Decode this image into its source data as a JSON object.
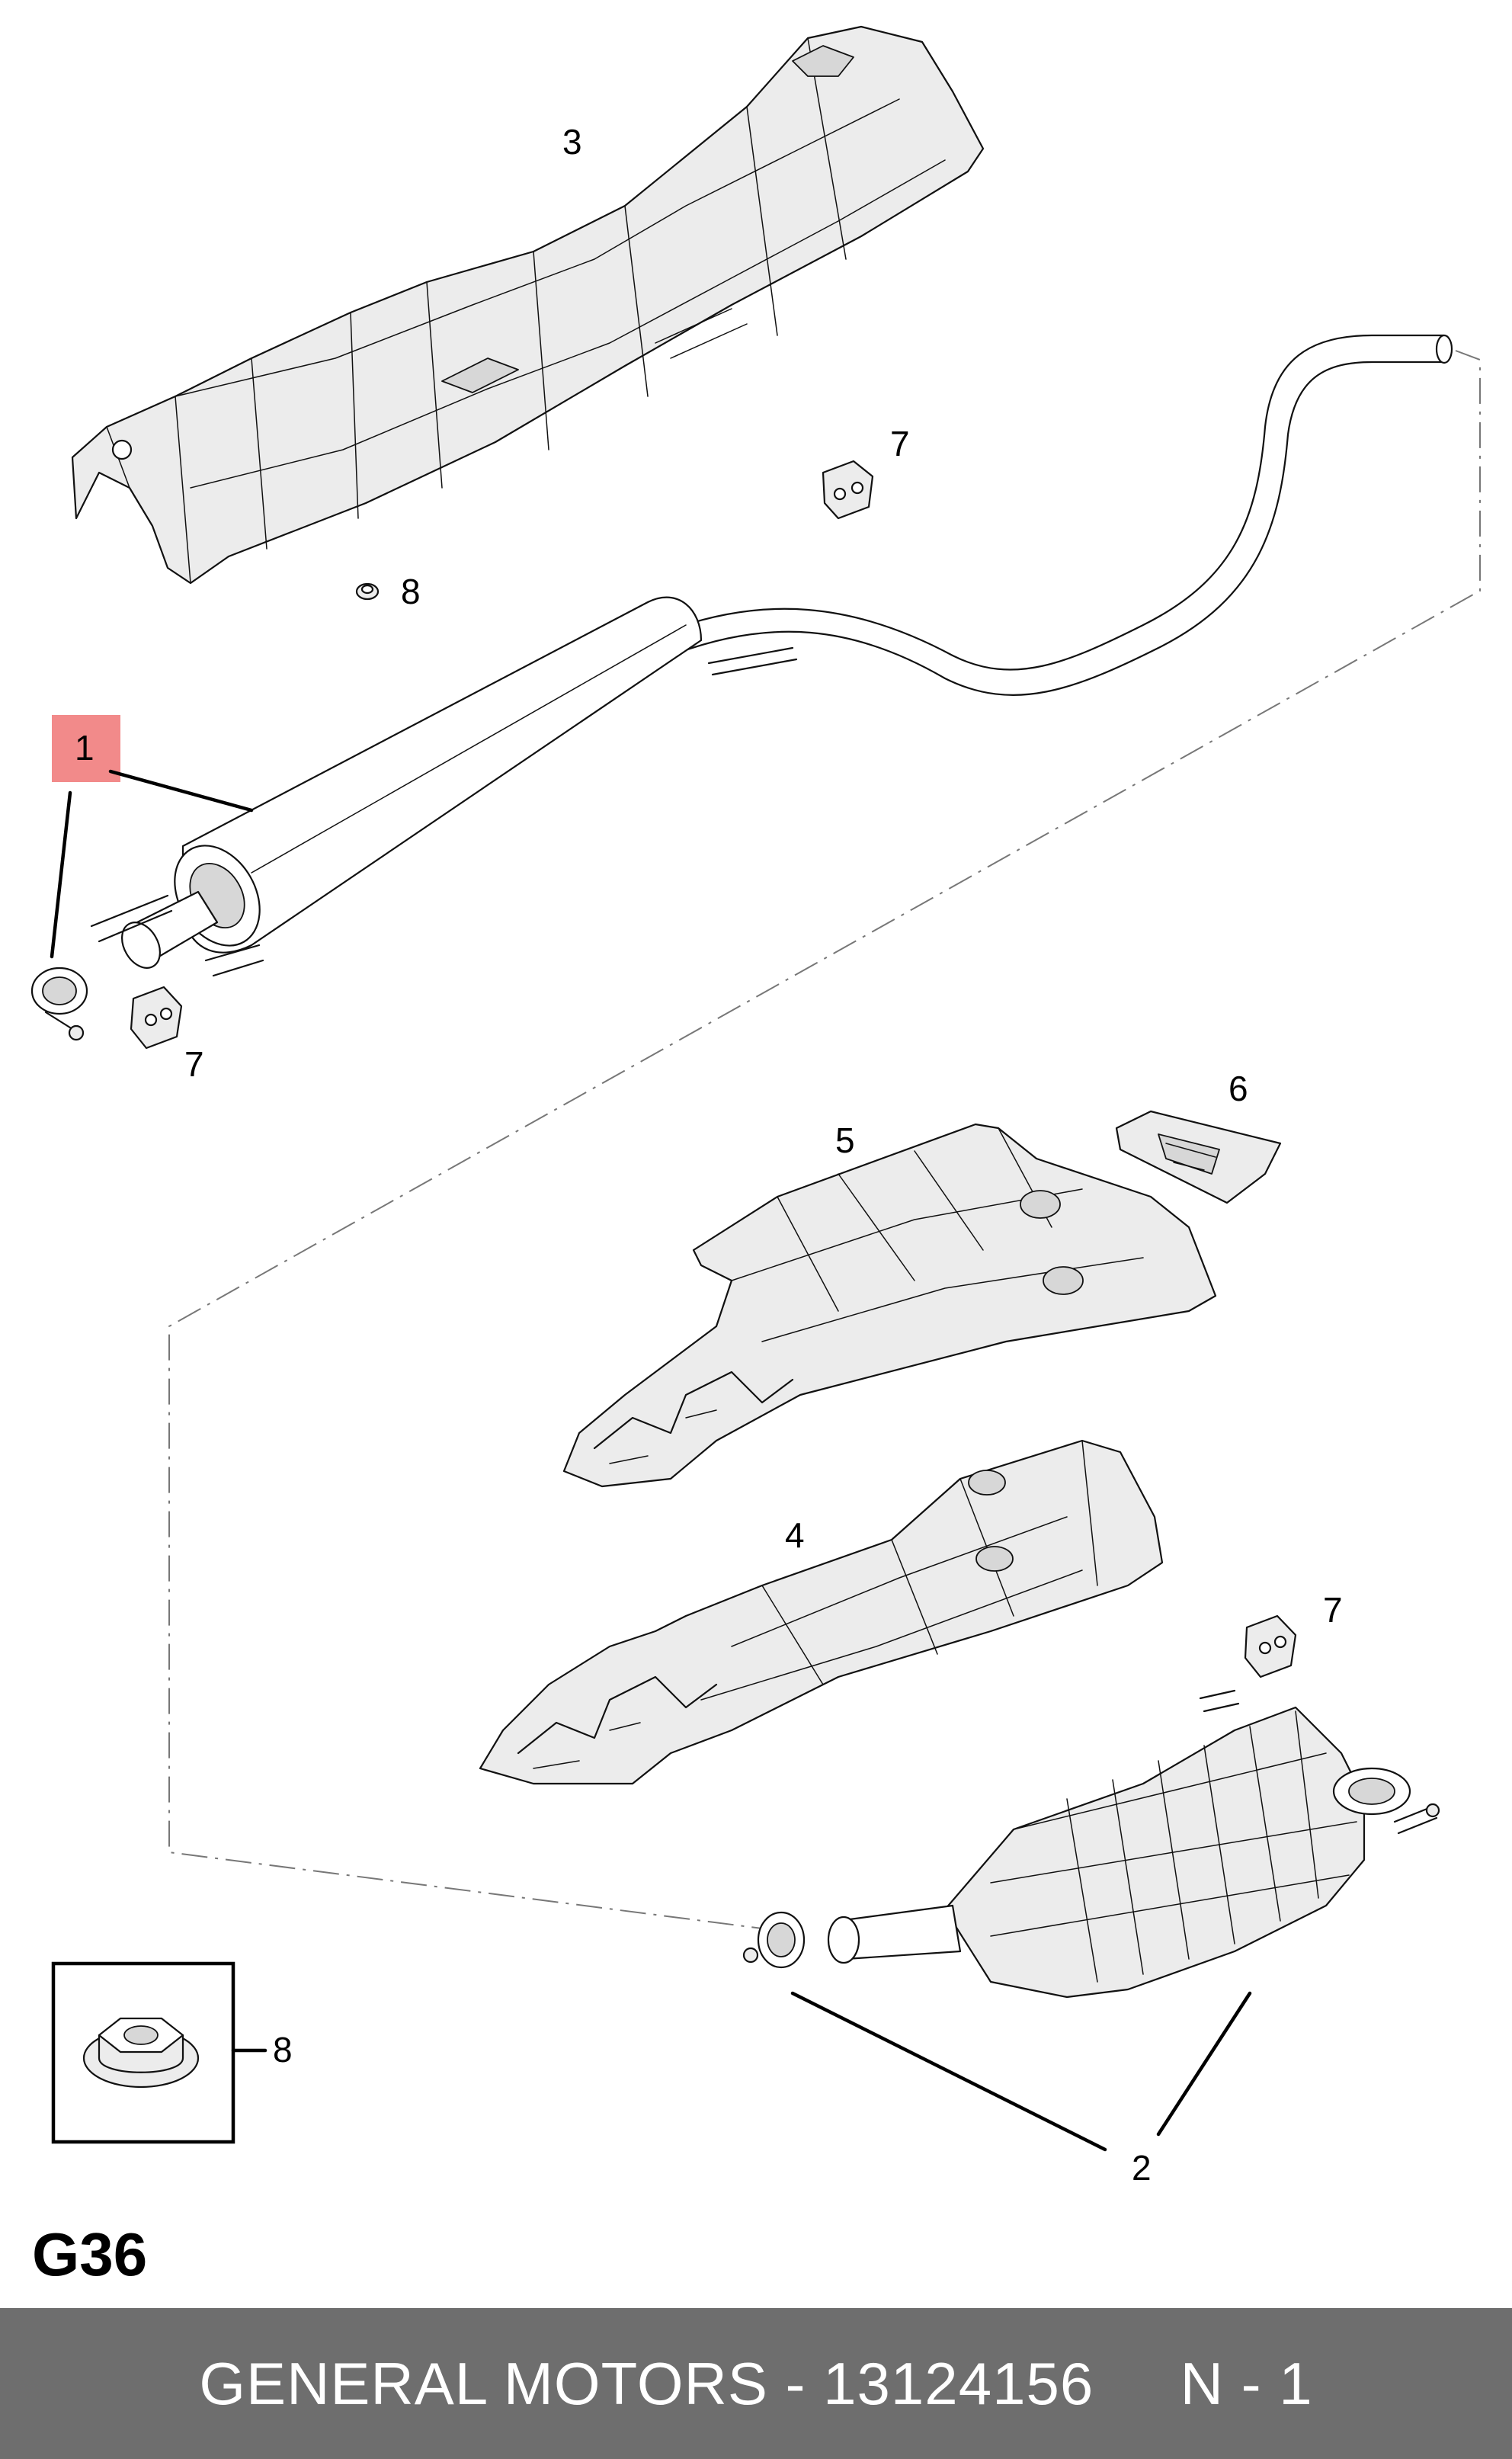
{
  "diagram": {
    "callouts": {
      "c1": "1",
      "c2": "2",
      "c3": "3",
      "c4": "4",
      "c5": "5",
      "c6": "6",
      "c7a": "7",
      "c7b": "7",
      "c7c": "7",
      "c8a": "8",
      "c8b": "8"
    },
    "highlight_color": "#f28a8a",
    "figure_code": "G36"
  },
  "footer": {
    "manufacturer": "GENERAL MOTORS",
    "separator": " - ",
    "part_number": "13124156",
    "gap": "     ",
    "page": "N - 1",
    "background": "#6e6e6e"
  }
}
